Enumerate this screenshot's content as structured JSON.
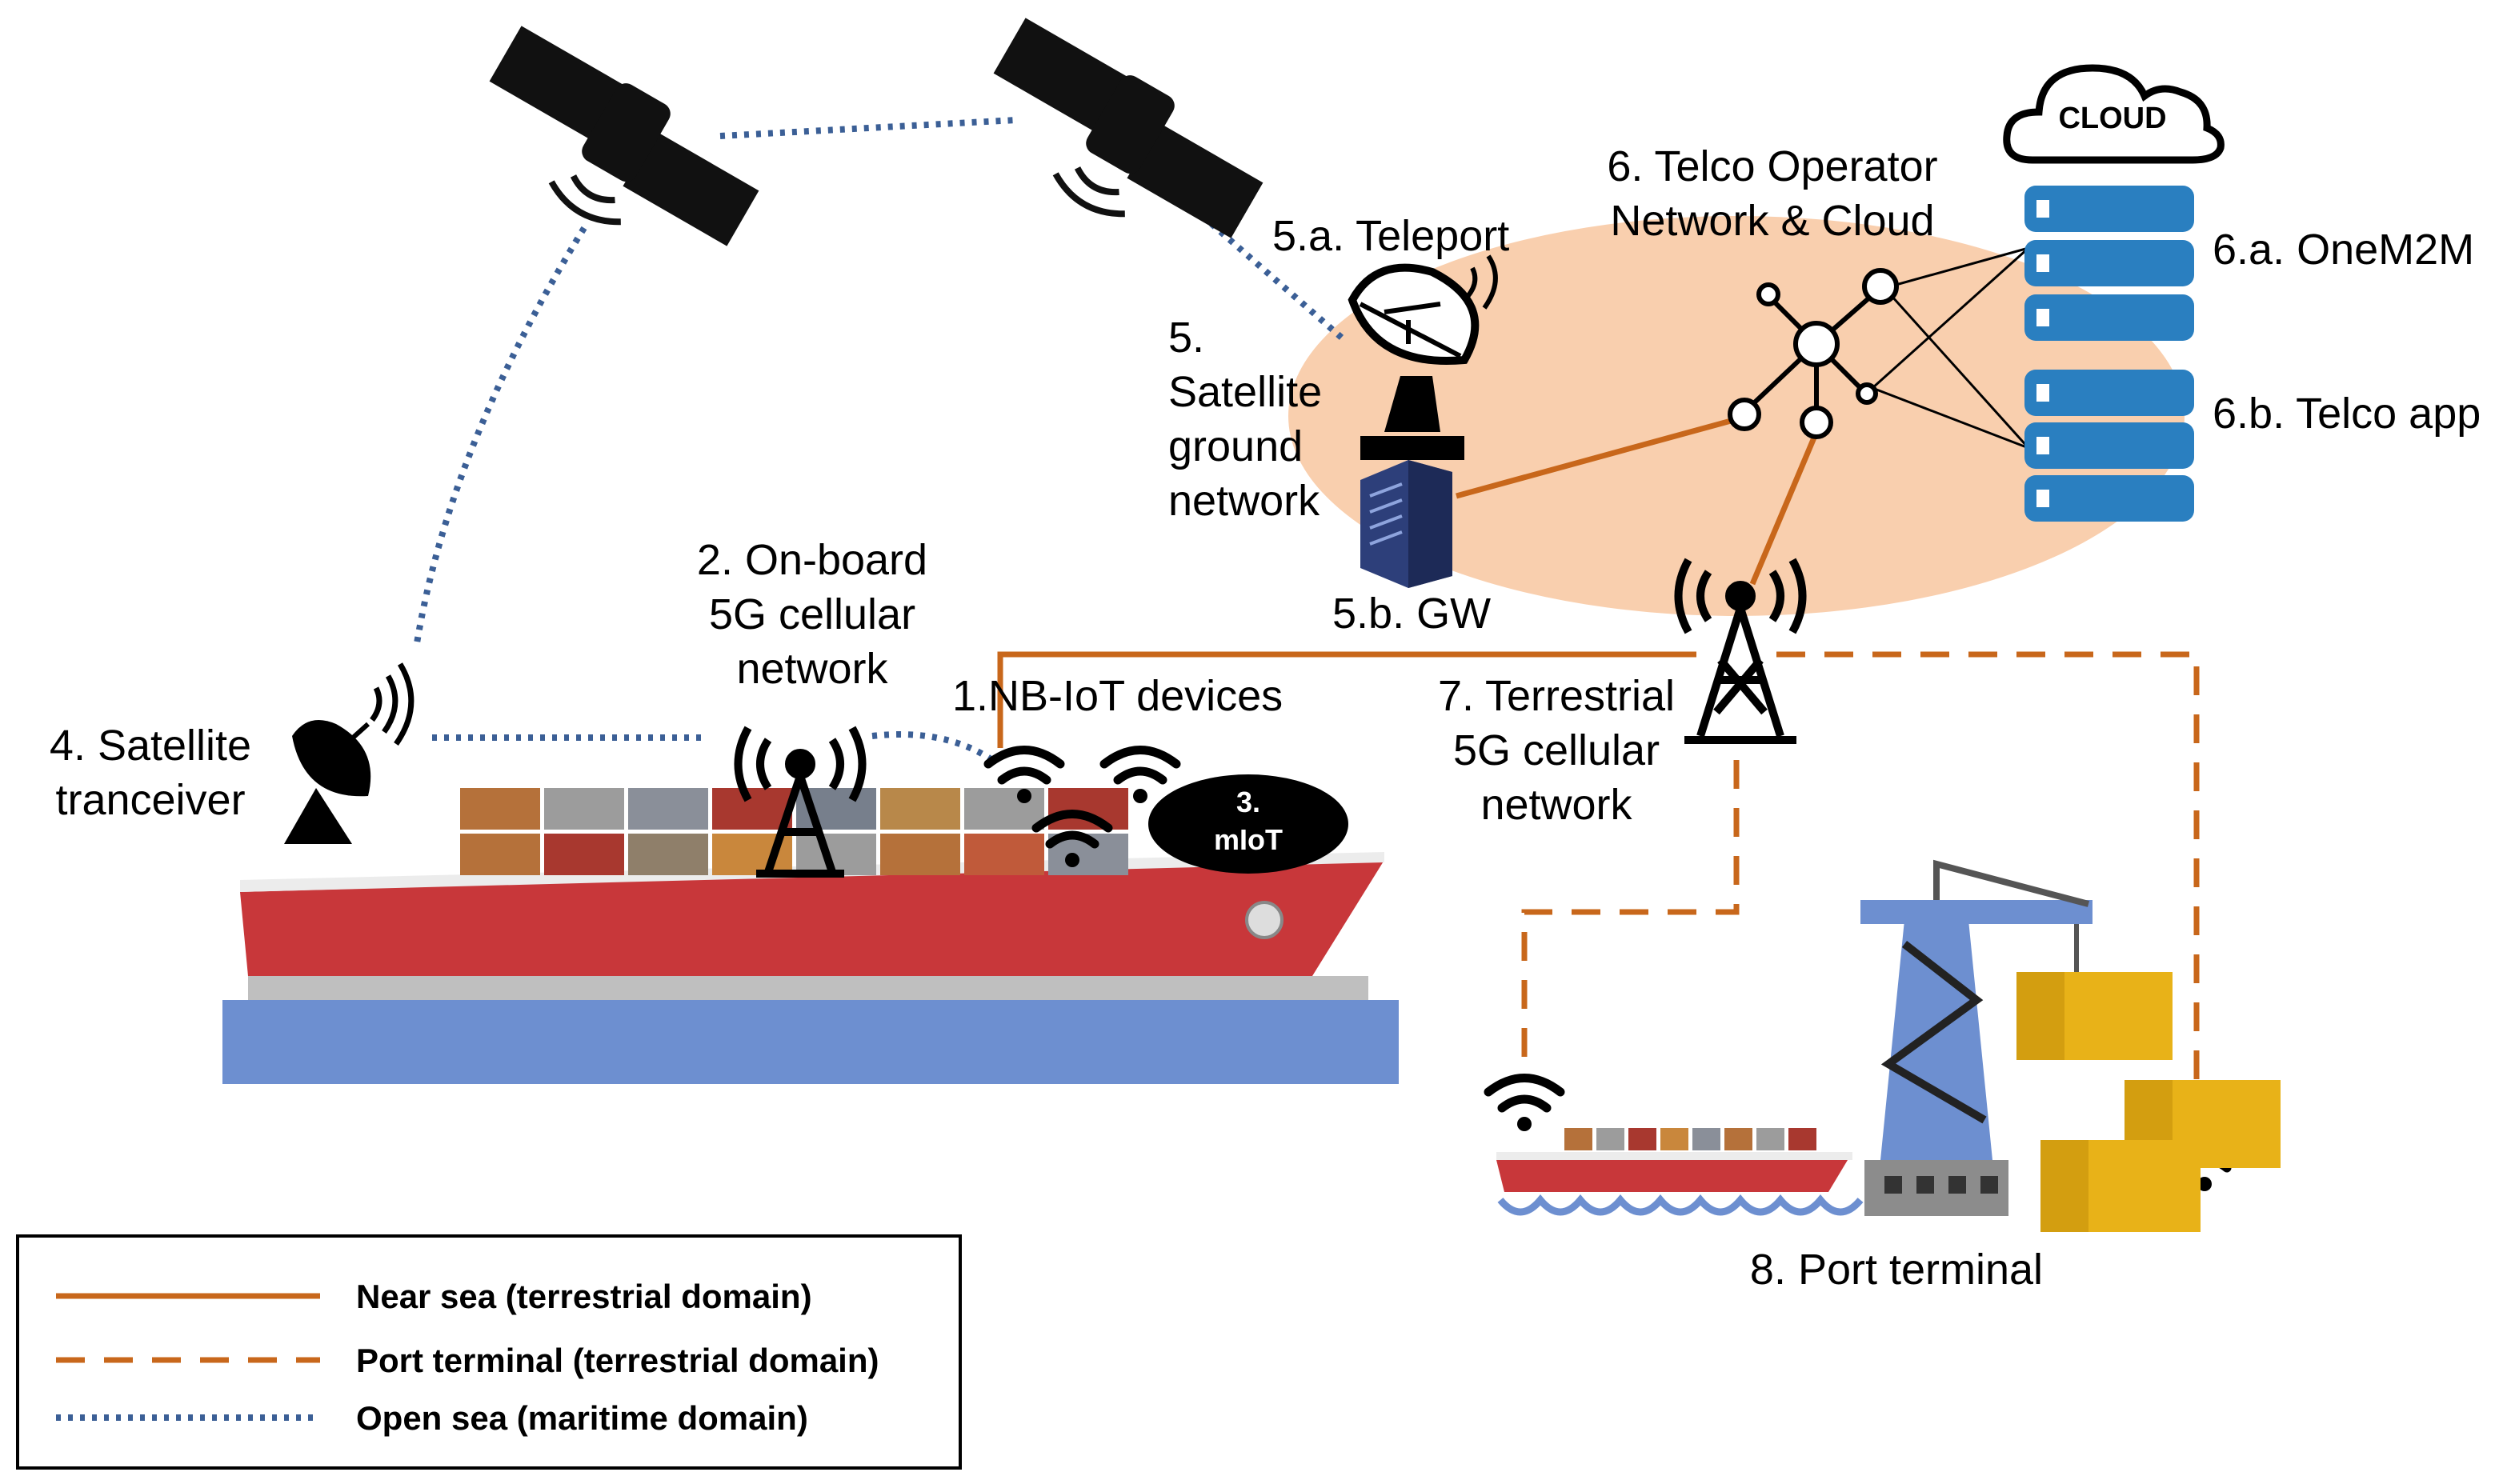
{
  "labels": {
    "onboard": [
      "2. On-board",
      "5G cellular",
      "network"
    ],
    "nbiot": "1.NB-IoT devices",
    "miot": [
      "3.",
      "mIoT"
    ],
    "sat_transceiver": [
      "4. Satellite",
      "tranceiver"
    ],
    "teleport": "5.a. Teleport",
    "sat_ground": [
      "5.",
      "Satellite",
      "ground",
      "network"
    ],
    "gw": "5.b. GW",
    "telco": [
      "6. Telco Operator",
      "Network & Cloud"
    ],
    "cloud": "CLOUD",
    "onem2m": "6.a. OneM2M",
    "telco_app": "6.b. Telco app",
    "terrestrial": [
      "7. Terrestrial",
      "5G cellular",
      "network"
    ],
    "port": "8. Port terminal"
  },
  "legend": [
    {
      "style": "solid",
      "text": "Near sea  (terrestrial domain)"
    },
    {
      "style": "dashed",
      "text": "Port terminal (terrestrial domain)"
    },
    {
      "style": "dotted",
      "text": "Open sea (maritime domain)"
    }
  ],
  "colors": {
    "orange_link": "#c8671b",
    "satellite_link": "#3b5f96",
    "cloud_area": "#f9cfae",
    "server_blue": "#2a7fc0",
    "sea": "#6d8fd0",
    "hull": "#c8373a"
  }
}
